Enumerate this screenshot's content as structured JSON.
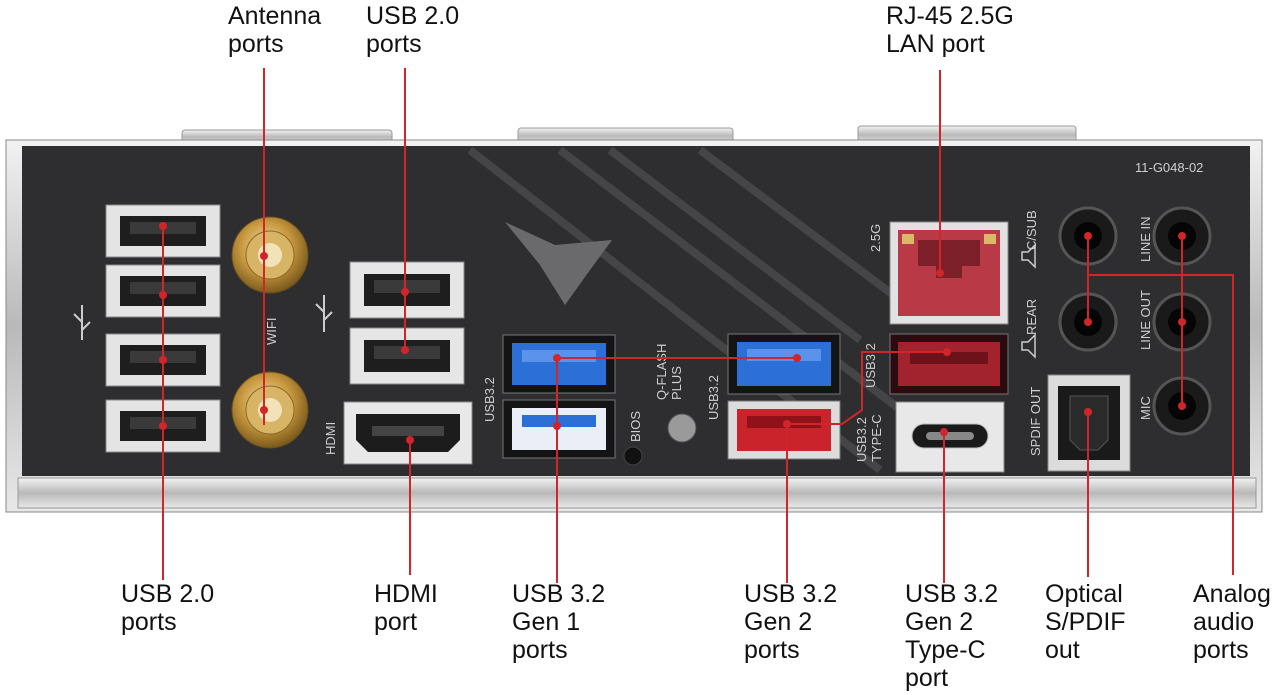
{
  "callouts": {
    "antenna": "Antenna\nports",
    "usb20_top": "USB 2.0\nports",
    "rj45": "RJ-45 2.5G\nLAN port",
    "usb20_bottom": "USB 2.0\nports",
    "hdmi": "HDMI\nport",
    "usb32g1": "USB 3.2\nGen 1\nports",
    "usb32g2": "USB 3.2\nGen 2\nports",
    "usb32g2c": "USB 3.2\nGen 2\nType-C\nport",
    "spdif": "Optical\nS/PDIF\nout",
    "audio": "Analog\naudio\nports"
  },
  "panel_labels": {
    "code": "11-G048-02",
    "wifi": "WIFI",
    "hdmi": "HDMI",
    "usb32_left": "USB3.2",
    "qflash": "Q-FLASH\nPLUS",
    "bios": "BIOS",
    "usb32_mid": "USB3.2",
    "lan": "2.5G",
    "usb32_right": "USB3.2",
    "typec": "USB3.2\nTYPE-C",
    "csub": "C/SUB",
    "rear": "REAR",
    "spdif": "SPDIF OUT",
    "line_in": "LINE IN",
    "line_out": "LINE OUT",
    "mic": "MIC"
  },
  "colors": {
    "panel": "#2e2e30",
    "callout_line": "#d0252a",
    "usb_blue": "#2c6fd6",
    "usb_red": "#c9242c",
    "lan_red": "#b73a46",
    "gold": "#c9993f"
  }
}
